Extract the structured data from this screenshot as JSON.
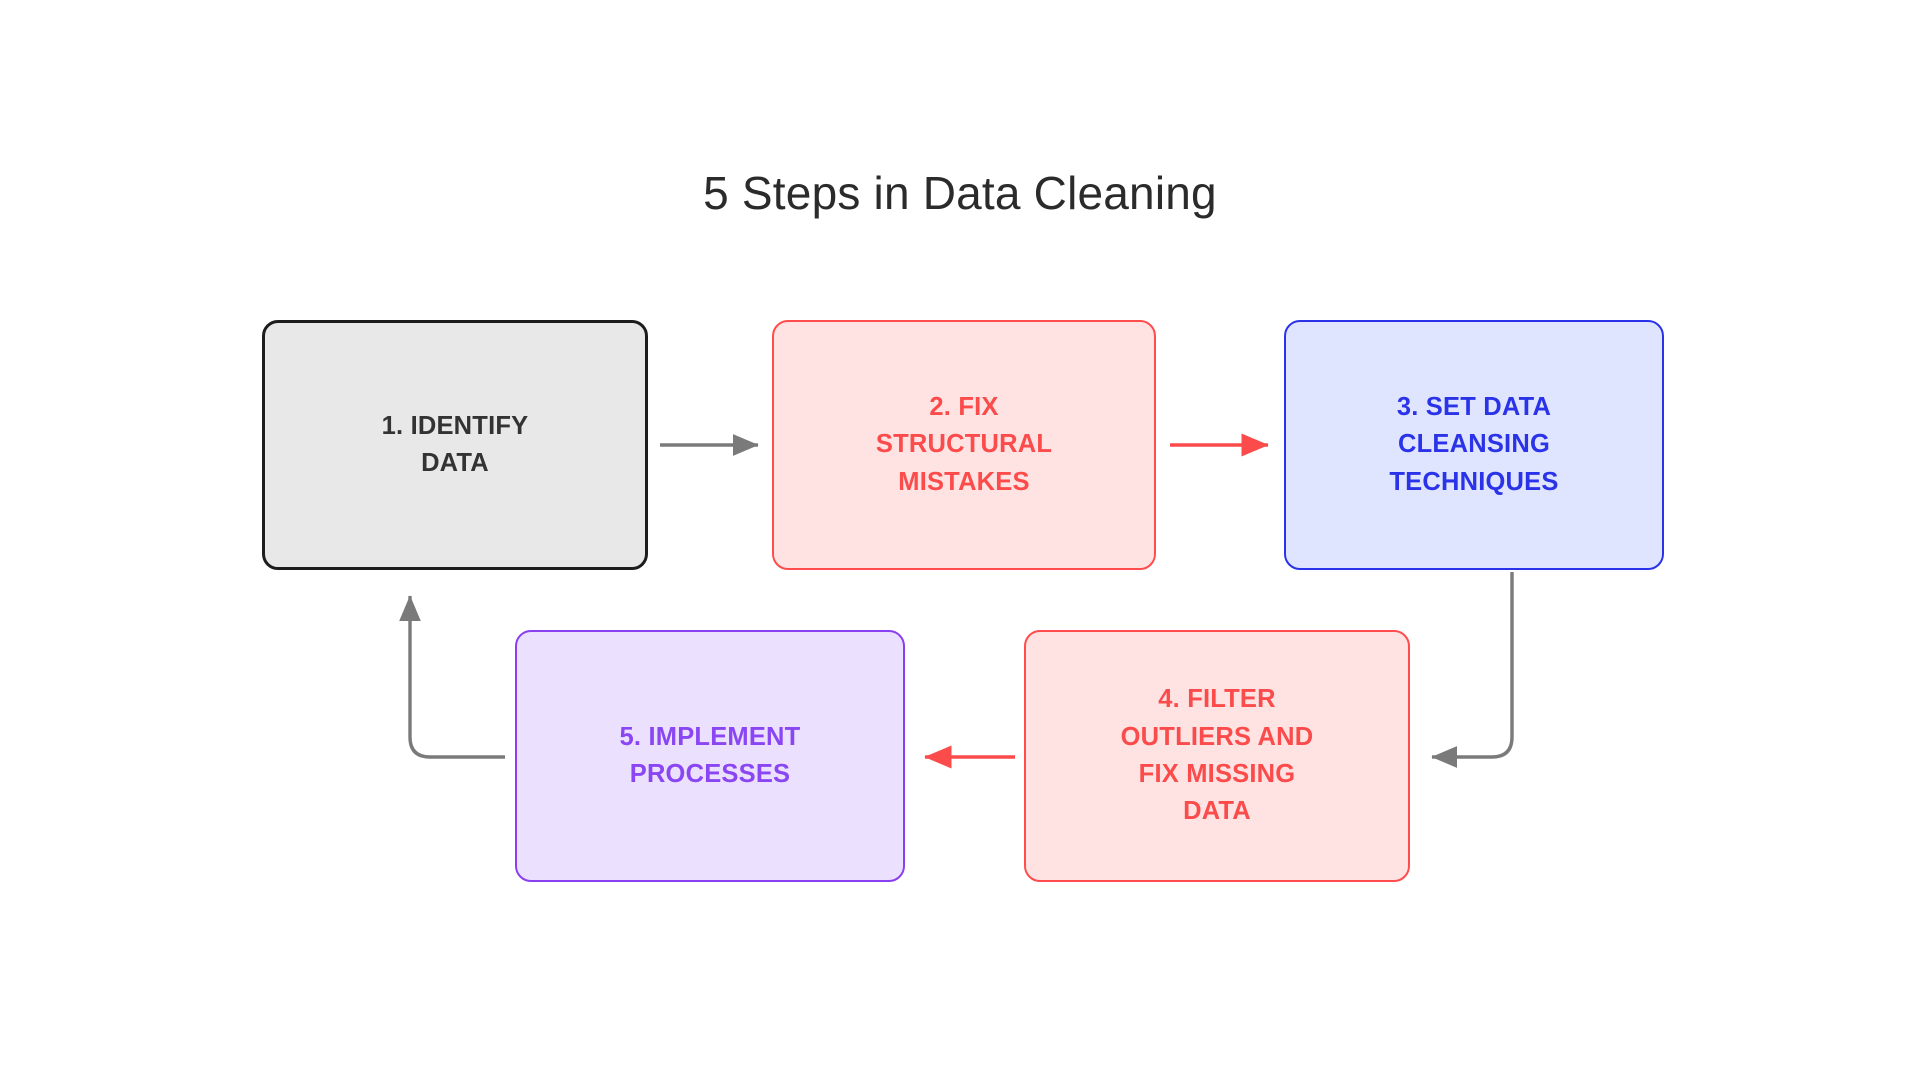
{
  "diagram": {
    "title": "5 Steps in Data Cleaning",
    "type": "cycle-flowchart",
    "background_color": "#ffffff",
    "nodes": [
      {
        "id": 1,
        "label": "1. IDENTIFY\nDATA",
        "fill_color": "#e8e8e8",
        "border_color": "#1d1d1d",
        "text_color": "#333333"
      },
      {
        "id": 2,
        "label": "2. FIX\nSTRUCTURAL\nMISTAKES",
        "fill_color": "#ffe2e2",
        "border_color": "#ff4d4d",
        "text_color": "#fb4b4b"
      },
      {
        "id": 3,
        "label": "3. SET DATA\nCLEANSING\nTECHNIQUES",
        "fill_color": "#dfe5ff",
        "border_color": "#2b33e8",
        "text_color": "#2b33e8"
      },
      {
        "id": 4,
        "label": "4. FILTER\nOUTLIERS AND\nFIX MISSING\nDATA",
        "fill_color": "#ffe2e2",
        "border_color": "#ff4d4d",
        "text_color": "#fb4b4b"
      },
      {
        "id": 5,
        "label": "5. IMPLEMENT\nPROCESSES",
        "fill_color": "#ece0ff",
        "border_color": "#8a3ff0",
        "text_color": "#8a46f2"
      }
    ],
    "connectors": [
      {
        "from": 1,
        "to": 2,
        "color": "#7a7a7a",
        "style": "straight-right"
      },
      {
        "from": 2,
        "to": 3,
        "color": "#fb4b4b",
        "style": "straight-right"
      },
      {
        "from": 3,
        "to": 4,
        "color": "#7a7a7a",
        "style": "elbow-down-left"
      },
      {
        "from": 4,
        "to": 5,
        "color": "#fb4b4b",
        "style": "straight-left"
      },
      {
        "from": 5,
        "to": 1,
        "color": "#7a7a7a",
        "style": "elbow-left-up"
      }
    ]
  }
}
